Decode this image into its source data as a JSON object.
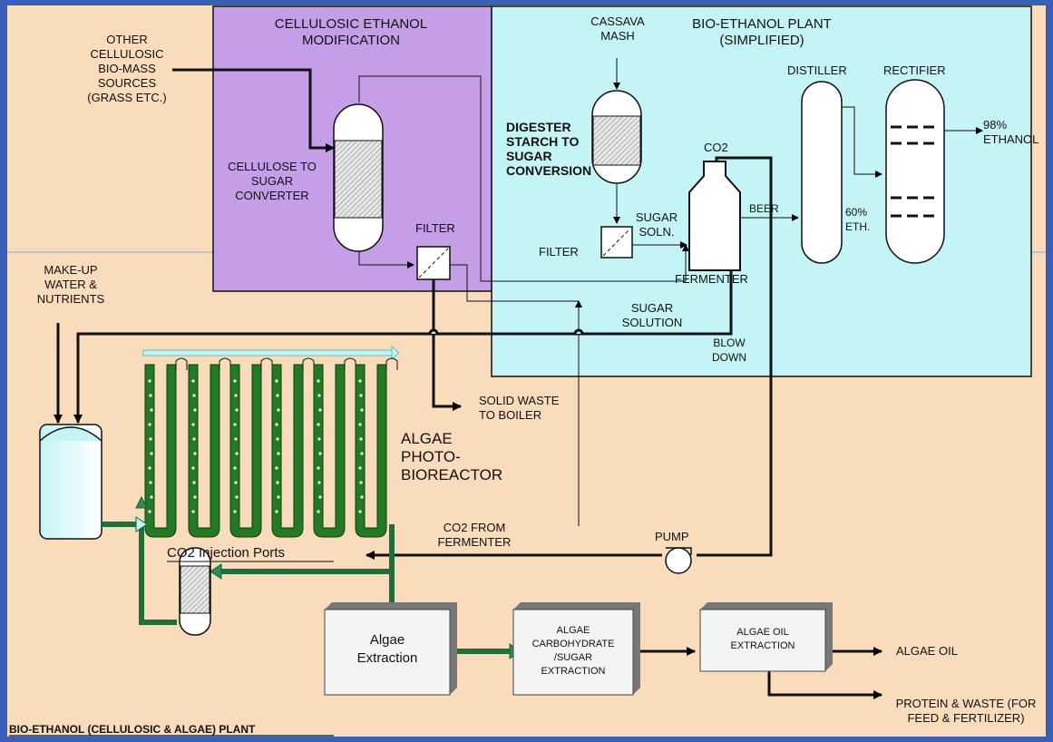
{
  "title": "BIO-ETHANOL (CELLULOSIC & ALGAE) PLANT",
  "colors": {
    "background": "#f8dcbc",
    "cellulosic_box": "#c59ee8",
    "bioethanol_box": "#c4f4f5",
    "reactor_green": "#1f7a1f",
    "arrow": "#000000"
  },
  "sections": {
    "cellulosic": "CELLULOSIC ETHANOL\nMODIFICATION",
    "bioethanol": "BIO-ETHANOL PLANT\n(SIMPLIFIED)"
  },
  "labels": {
    "other_sources": "OTHER\nCELLULOSIC\nBIO-MASS\nSOURCES\n(GRASS ETC.)",
    "cellulose_converter": "CELLULOSE TO\nSUGAR\nCONVERTER",
    "filter_left": "FILTER",
    "cassava": "CASSAVA\nMASH",
    "digester": "DIGESTER\nSTARCH TO\nSUGAR\nCONVERSION",
    "filter_right": "FILTER",
    "sugar_soln": "SUGAR\nSOLN.",
    "co2": "CO2",
    "distiller": "DISTILLER",
    "rectifier": "RECTIFIER",
    "ethanol98": "98%\nETHANOL",
    "beer": "BEER",
    "eth60": "60%\nETH.",
    "fermenter": "FERMENTER",
    "sugar_solution": "SUGAR\nSOLUTION",
    "blow_down": "BLOW\nDOWN",
    "makeup": "MAKE-UP\nWATER &\nNUTRIENTS",
    "solid_waste": "SOLID WASTE\nTO BOILER",
    "algae_pbr": "ALGAE\nPHOTO-\nBIOREACTOR",
    "co2_from_fermenter": "CO2 FROM\nFERMENTER",
    "pump": "PUMP",
    "co2_ports": "CO2 Injection Ports",
    "algae_extraction": "Algae\nExtraction",
    "carb_extraction": "ALGAE\nCARBOHYDRATE\n/SUGAR\nEXTRACTION",
    "oil_extraction": "ALGAE OIL\nEXTRACTION",
    "algae_oil": "ALGAE OIL",
    "protein_waste": "PROTEIN & WASTE (FOR\nFEED & FERTILIZER)"
  }
}
